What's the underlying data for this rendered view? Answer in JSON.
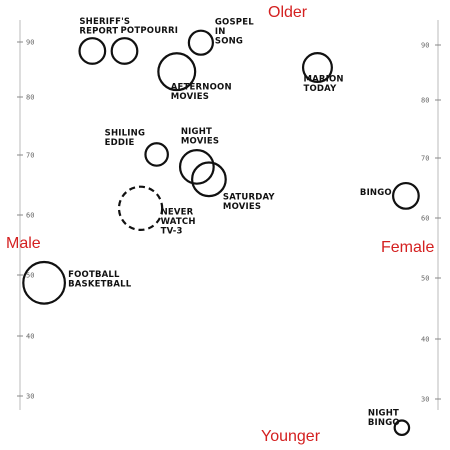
{
  "chart_data": {
    "type": "scatter",
    "direction_labels": {
      "top": "Older",
      "bottom": "Younger",
      "left": "Male",
      "right": "Female"
    },
    "left_ticks": [
      "90",
      "80",
      "70",
      "60",
      "50",
      "40",
      "30"
    ],
    "right_ticks": [
      "90",
      "80",
      "70",
      "60",
      "50",
      "40",
      "30"
    ],
    "points": [
      {
        "label": [
          "SHERIFF'S",
          "REPORT"
        ],
        "x": 0.17,
        "y": 0.93,
        "size": 0.8,
        "style": "solid"
      },
      {
        "label": [
          "POTPOURRI"
        ],
        "x": 0.25,
        "y": 0.93,
        "size": 0.8,
        "style": "solid"
      },
      {
        "label": [
          "GOSPEL",
          "IN",
          "SONG"
        ],
        "x": 0.44,
        "y": 0.95,
        "size": 0.75,
        "style": "solid"
      },
      {
        "label": [
          "AFTERNOON",
          "MOVIES"
        ],
        "x": 0.38,
        "y": 0.88,
        "size": 1.15,
        "style": "solid"
      },
      {
        "label": [
          "MARION",
          "TODAY"
        ],
        "x": 0.73,
        "y": 0.89,
        "size": 0.9,
        "style": "solid"
      },
      {
        "label": [
          "SHILING",
          "EDDIE"
        ],
        "x": 0.33,
        "y": 0.68,
        "size": 0.7,
        "style": "solid"
      },
      {
        "label": [
          "NIGHT",
          "MOVIES"
        ],
        "x": 0.43,
        "y": 0.65,
        "size": 1.05,
        "style": "solid"
      },
      {
        "label": [
          "SATURDAY",
          "MOVIES"
        ],
        "x": 0.46,
        "y": 0.62,
        "size": 1.05,
        "style": "solid"
      },
      {
        "label": [
          "NEVER",
          "WATCH",
          "TV-3"
        ],
        "x": 0.29,
        "y": 0.55,
        "size": 1.35,
        "style": "dashed"
      },
      {
        "label": [
          "BINGO"
        ],
        "x": 0.95,
        "y": 0.58,
        "size": 0.8,
        "style": "solid"
      },
      {
        "label": [
          "FOOTBALL",
          "BASKETBALL"
        ],
        "x": 0.05,
        "y": 0.37,
        "size": 1.3,
        "style": "solid"
      },
      {
        "label": [
          "NIGHT",
          "BINGO"
        ],
        "x": 0.94,
        "y": 0.02,
        "size": 0.45,
        "style": "solid"
      }
    ]
  }
}
